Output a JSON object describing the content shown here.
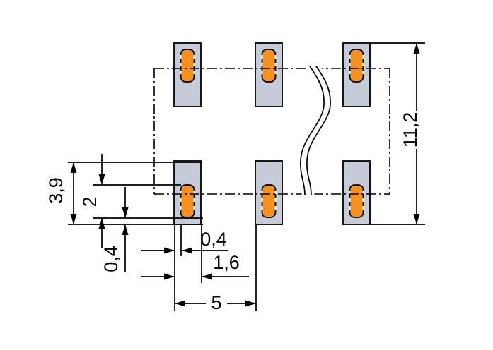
{
  "drawing": {
    "background": "#ffffff",
    "line_color": "#000000",
    "pad": {
      "body_color": "#c6cbd8",
      "opening_color": "#f5911f",
      "rows": 2,
      "visible_columns": 3
    },
    "labels": {
      "pad_height": "3,9",
      "opening_height": "2",
      "opening_offset_vertical": "0,4",
      "opening_offset_horizontal": "0,4",
      "pad_width": "1,6",
      "pitch": "5",
      "overall_height": "11,2"
    }
  }
}
